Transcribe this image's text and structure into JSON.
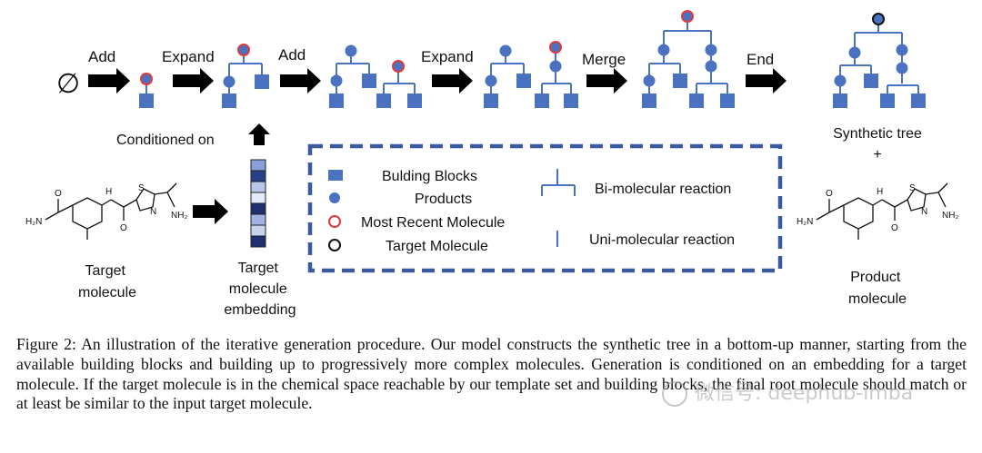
{
  "figure": {
    "steps": [
      "Add",
      "Expand",
      "Add",
      "Expand",
      "Merge",
      "End"
    ],
    "empty_set": "∅",
    "conditioned_on": "Conditioned on",
    "target_molecule_label": [
      "Target",
      "molecule"
    ],
    "embedding_label": [
      "Target",
      "molecule",
      "embedding"
    ],
    "synthetic_tree_label": "Synthetic tree",
    "plus": "+",
    "product_molecule_label": [
      "Product",
      "molecule"
    ],
    "molecule_atoms": {
      "amide": "H₂N",
      "oxygen": "O",
      "nh": "H",
      "n": "N",
      "s": "S",
      "nh2": "NH₂"
    },
    "legend": {
      "building_blocks": "Bulding Blocks",
      "products": "Products",
      "most_recent": "Most Recent Molecule",
      "target": "Target Molecule",
      "bi_reaction": "Bi-molecular reaction",
      "uni_reaction": "Uni-molecular reaction"
    },
    "colors": {
      "node": "#4a72c0",
      "recent": "#e03a3a",
      "target_ring": "#111111",
      "legend_border": "#3a5aa0"
    }
  },
  "caption": "Figure 2: An illustration of the iterative generation procedure. Our model constructs the synthetic tree in a bottom-up manner, starting from the available building blocks and building up to progressively more complex molecules. Generation is conditioned on an embedding for a target molecule. If the target molecule is in the chemical space reachable by our template set and building blocks, the final root molecule should match or at least be similar to the input target molecule.",
  "watermark": "微信号: deephub-imba"
}
